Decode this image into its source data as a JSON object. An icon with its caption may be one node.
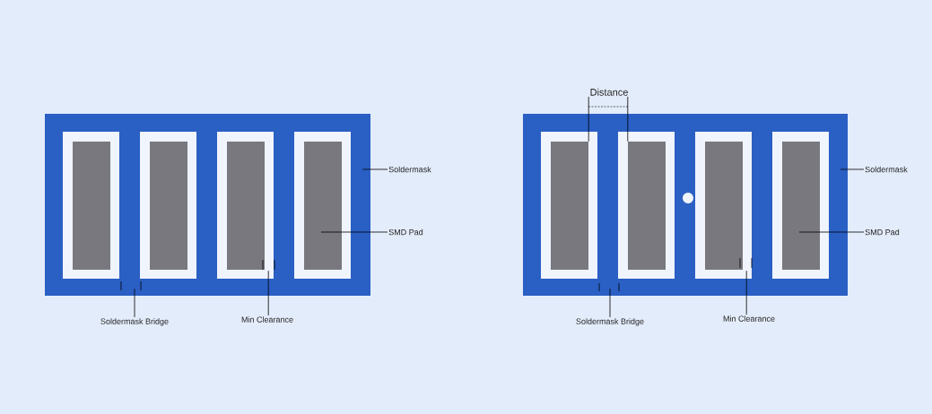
{
  "diagram": {
    "nodes": [
      {
        "text": [],
        "shape": "box"
      },
      {
        "text": [],
        "shape": "box",
        "in": 0
      },
      {
        "text": [],
        "shape": "box",
        "in": 0
      },
      {
        "text": [],
        "shape": "box",
        "in": 0
      },
      {
        "text": [],
        "shape": "box",
        "in": 0
      },
      {
        "text": [
          "Soldermask"
        ]
      },
      {
        "text": [
          "SMD Pad"
        ]
      },
      {
        "text": [
          "Soldermask Bridge"
        ]
      },
      {
        "text": [
          "Min Clearance"
        ]
      },
      {
        "text": [],
        "shape": "box"
      },
      {
        "text": [],
        "shape": "box",
        "in": 9
      },
      {
        "text": [],
        "shape": "box",
        "in": 9
      },
      {
        "text": [],
        "shape": "box",
        "in": 9
      },
      {
        "text": [],
        "shape": "box",
        "in": 9
      },
      {
        "text": [
          "Soldermask"
        ]
      },
      {
        "text": [
          "SMD Pad"
        ]
      },
      {
        "text": [
          "Soldermask Bridge"
        ]
      },
      {
        "text": [
          "Min Clearance"
        ]
      },
      {
        "text": [
          "Distance"
        ]
      }
    ],
    "edges": [
      {
        "from": 5,
        "to": 0,
        "arrow": "none"
      },
      {
        "from": 6,
        "to": 4,
        "arrow": "none"
      },
      {
        "from": 7,
        "to": 0,
        "arrow": "none"
      },
      {
        "from": 8,
        "to": 3,
        "arrow": "none"
      },
      {
        "from": 14,
        "to": 9,
        "arrow": "none"
      },
      {
        "from": 15,
        "to": 13,
        "arrow": "none"
      },
      {
        "from": 16,
        "to": 9,
        "arrow": "none"
      },
      {
        "from": 17,
        "to": 12,
        "arrow": "none"
      },
      {
        "from": 18,
        "to": 10,
        "arrow": "none"
      },
      {
        "from": 18,
        "to": 11,
        "arrow": "none"
      }
    ]
  }
}
